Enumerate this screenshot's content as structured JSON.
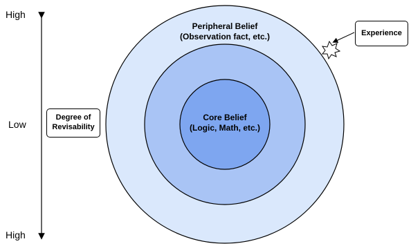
{
  "axis": {
    "top_label": "High",
    "middle_label": "Low",
    "bottom_label": "High"
  },
  "axis_box": {
    "line1": "Degree of",
    "line2": "Revisability"
  },
  "experience_box": {
    "label": "Experience"
  },
  "rings": {
    "outer": {
      "line1": "Peripheral Belief",
      "line2": "(Observation fact, etc.)",
      "color": "#dae8fc"
    },
    "middle": {
      "color": "#a9c4f5"
    },
    "inner": {
      "line1": "Core Belief",
      "line2": "(Logic, Math, etc.)",
      "color": "#7ea6f0"
    }
  },
  "colors": {
    "stroke": "#000000",
    "burst_fill": "#ffffff"
  },
  "icons": {
    "burst": "explosion-icon"
  }
}
